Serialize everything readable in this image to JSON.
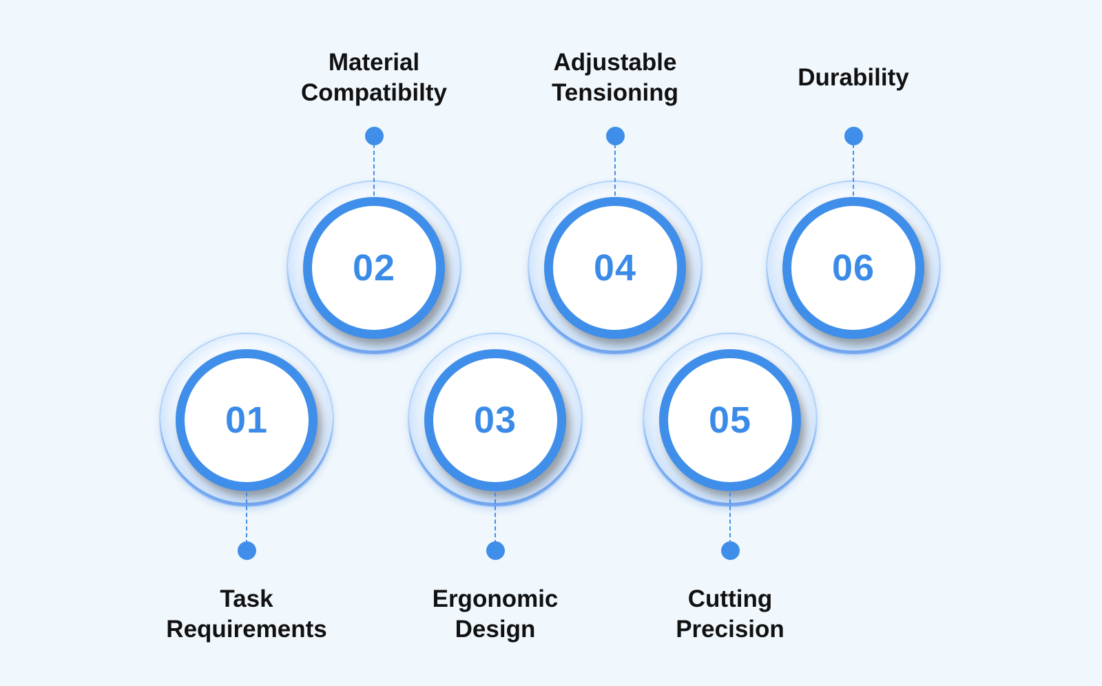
{
  "steps": [
    {
      "number": "01",
      "label_line1": "Task",
      "label_line2": "Requirements"
    },
    {
      "number": "02",
      "label_line1": "Material",
      "label_line2": "Compatibilty"
    },
    {
      "number": "03",
      "label_line1": "Ergonomic",
      "label_line2": "Design"
    },
    {
      "number": "04",
      "label_line1": "Adjustable",
      "label_line2": "Tensioning"
    },
    {
      "number": "05",
      "label_line1": "Cutting",
      "label_line2": "Precision"
    },
    {
      "number": "06",
      "label_line1": "Durability",
      "label_line2": ""
    }
  ],
  "colors": {
    "accent": "#3f8ee9",
    "number_text": "#3a8be8",
    "background": "#f0f7fd",
    "label_text": "#111111"
  }
}
